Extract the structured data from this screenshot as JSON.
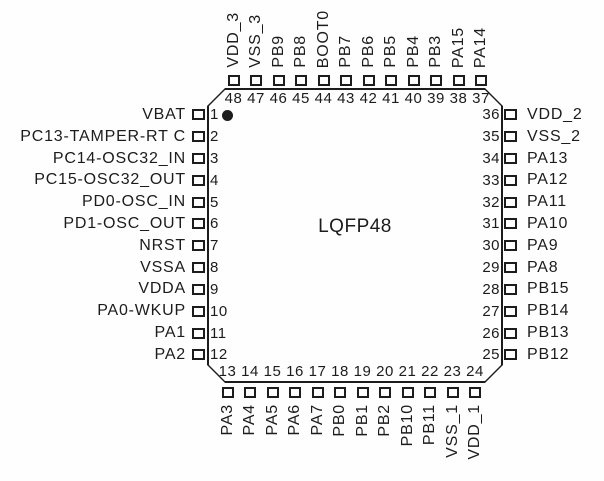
{
  "chip": {
    "package_label": "LQFP48"
  },
  "icons": {
    "pin1_marker": "filled-circle"
  },
  "colors": {
    "ink": "#1c1c1c",
    "background": "#fefefe"
  },
  "pins": {
    "left": [
      {
        "number": "1",
        "label": "VBAT"
      },
      {
        "number": "2",
        "label": "PC13-TAMPER-RT C"
      },
      {
        "number": "3",
        "label": "PC14-OSC32_IN"
      },
      {
        "number": "4",
        "label": "PC15-OSC32_OUT"
      },
      {
        "number": "5",
        "label": "PD0-OSC_IN"
      },
      {
        "number": "6",
        "label": "PD1-OSC_OUT"
      },
      {
        "number": "7",
        "label": "NRST"
      },
      {
        "number": "8",
        "label": "VSSA"
      },
      {
        "number": "9",
        "label": "VDDA"
      },
      {
        "number": "10",
        "label": "PA0-WKUP"
      },
      {
        "number": "11",
        "label": "PA1"
      },
      {
        "number": "12",
        "label": "PA2"
      }
    ],
    "top": [
      {
        "number": "48",
        "label": "VDD_3"
      },
      {
        "number": "47",
        "label": "VSS_3"
      },
      {
        "number": "46",
        "label": "PB9"
      },
      {
        "number": "45",
        "label": "PB8"
      },
      {
        "number": "44",
        "label": "BOOT0"
      },
      {
        "number": "43",
        "label": "PB7"
      },
      {
        "number": "42",
        "label": "PB6"
      },
      {
        "number": "41",
        "label": "PB5"
      },
      {
        "number": "40",
        "label": "PB4"
      },
      {
        "number": "39",
        "label": "PB3"
      },
      {
        "number": "38",
        "label": "PA15"
      },
      {
        "number": "37",
        "label": "PA14"
      }
    ],
    "right": [
      {
        "number": "36",
        "label": "VDD_2"
      },
      {
        "number": "35",
        "label": "VSS_2"
      },
      {
        "number": "34",
        "label": "PA13"
      },
      {
        "number": "33",
        "label": "PA12"
      },
      {
        "number": "32",
        "label": "PA11"
      },
      {
        "number": "31",
        "label": "PA10"
      },
      {
        "number": "30",
        "label": "PA9"
      },
      {
        "number": "29",
        "label": "PA8"
      },
      {
        "number": "28",
        "label": "PB15"
      },
      {
        "number": "27",
        "label": "PB14"
      },
      {
        "number": "26",
        "label": "PB13"
      },
      {
        "number": "25",
        "label": "PB12"
      }
    ],
    "bottom": [
      {
        "number": "13",
        "label": "PA3"
      },
      {
        "number": "14",
        "label": "PA4"
      },
      {
        "number": "15",
        "label": "PA5"
      },
      {
        "number": "16",
        "label": "PA6"
      },
      {
        "number": "17",
        "label": "PA7"
      },
      {
        "number": "18",
        "label": "PB0"
      },
      {
        "number": "19",
        "label": "PB1"
      },
      {
        "number": "20",
        "label": "PB2"
      },
      {
        "number": "21",
        "label": "PB10"
      },
      {
        "number": "22",
        "label": "PB11"
      },
      {
        "number": "23",
        "label": "VSS_1"
      },
      {
        "number": "24",
        "label": "VDD_1"
      }
    ]
  }
}
